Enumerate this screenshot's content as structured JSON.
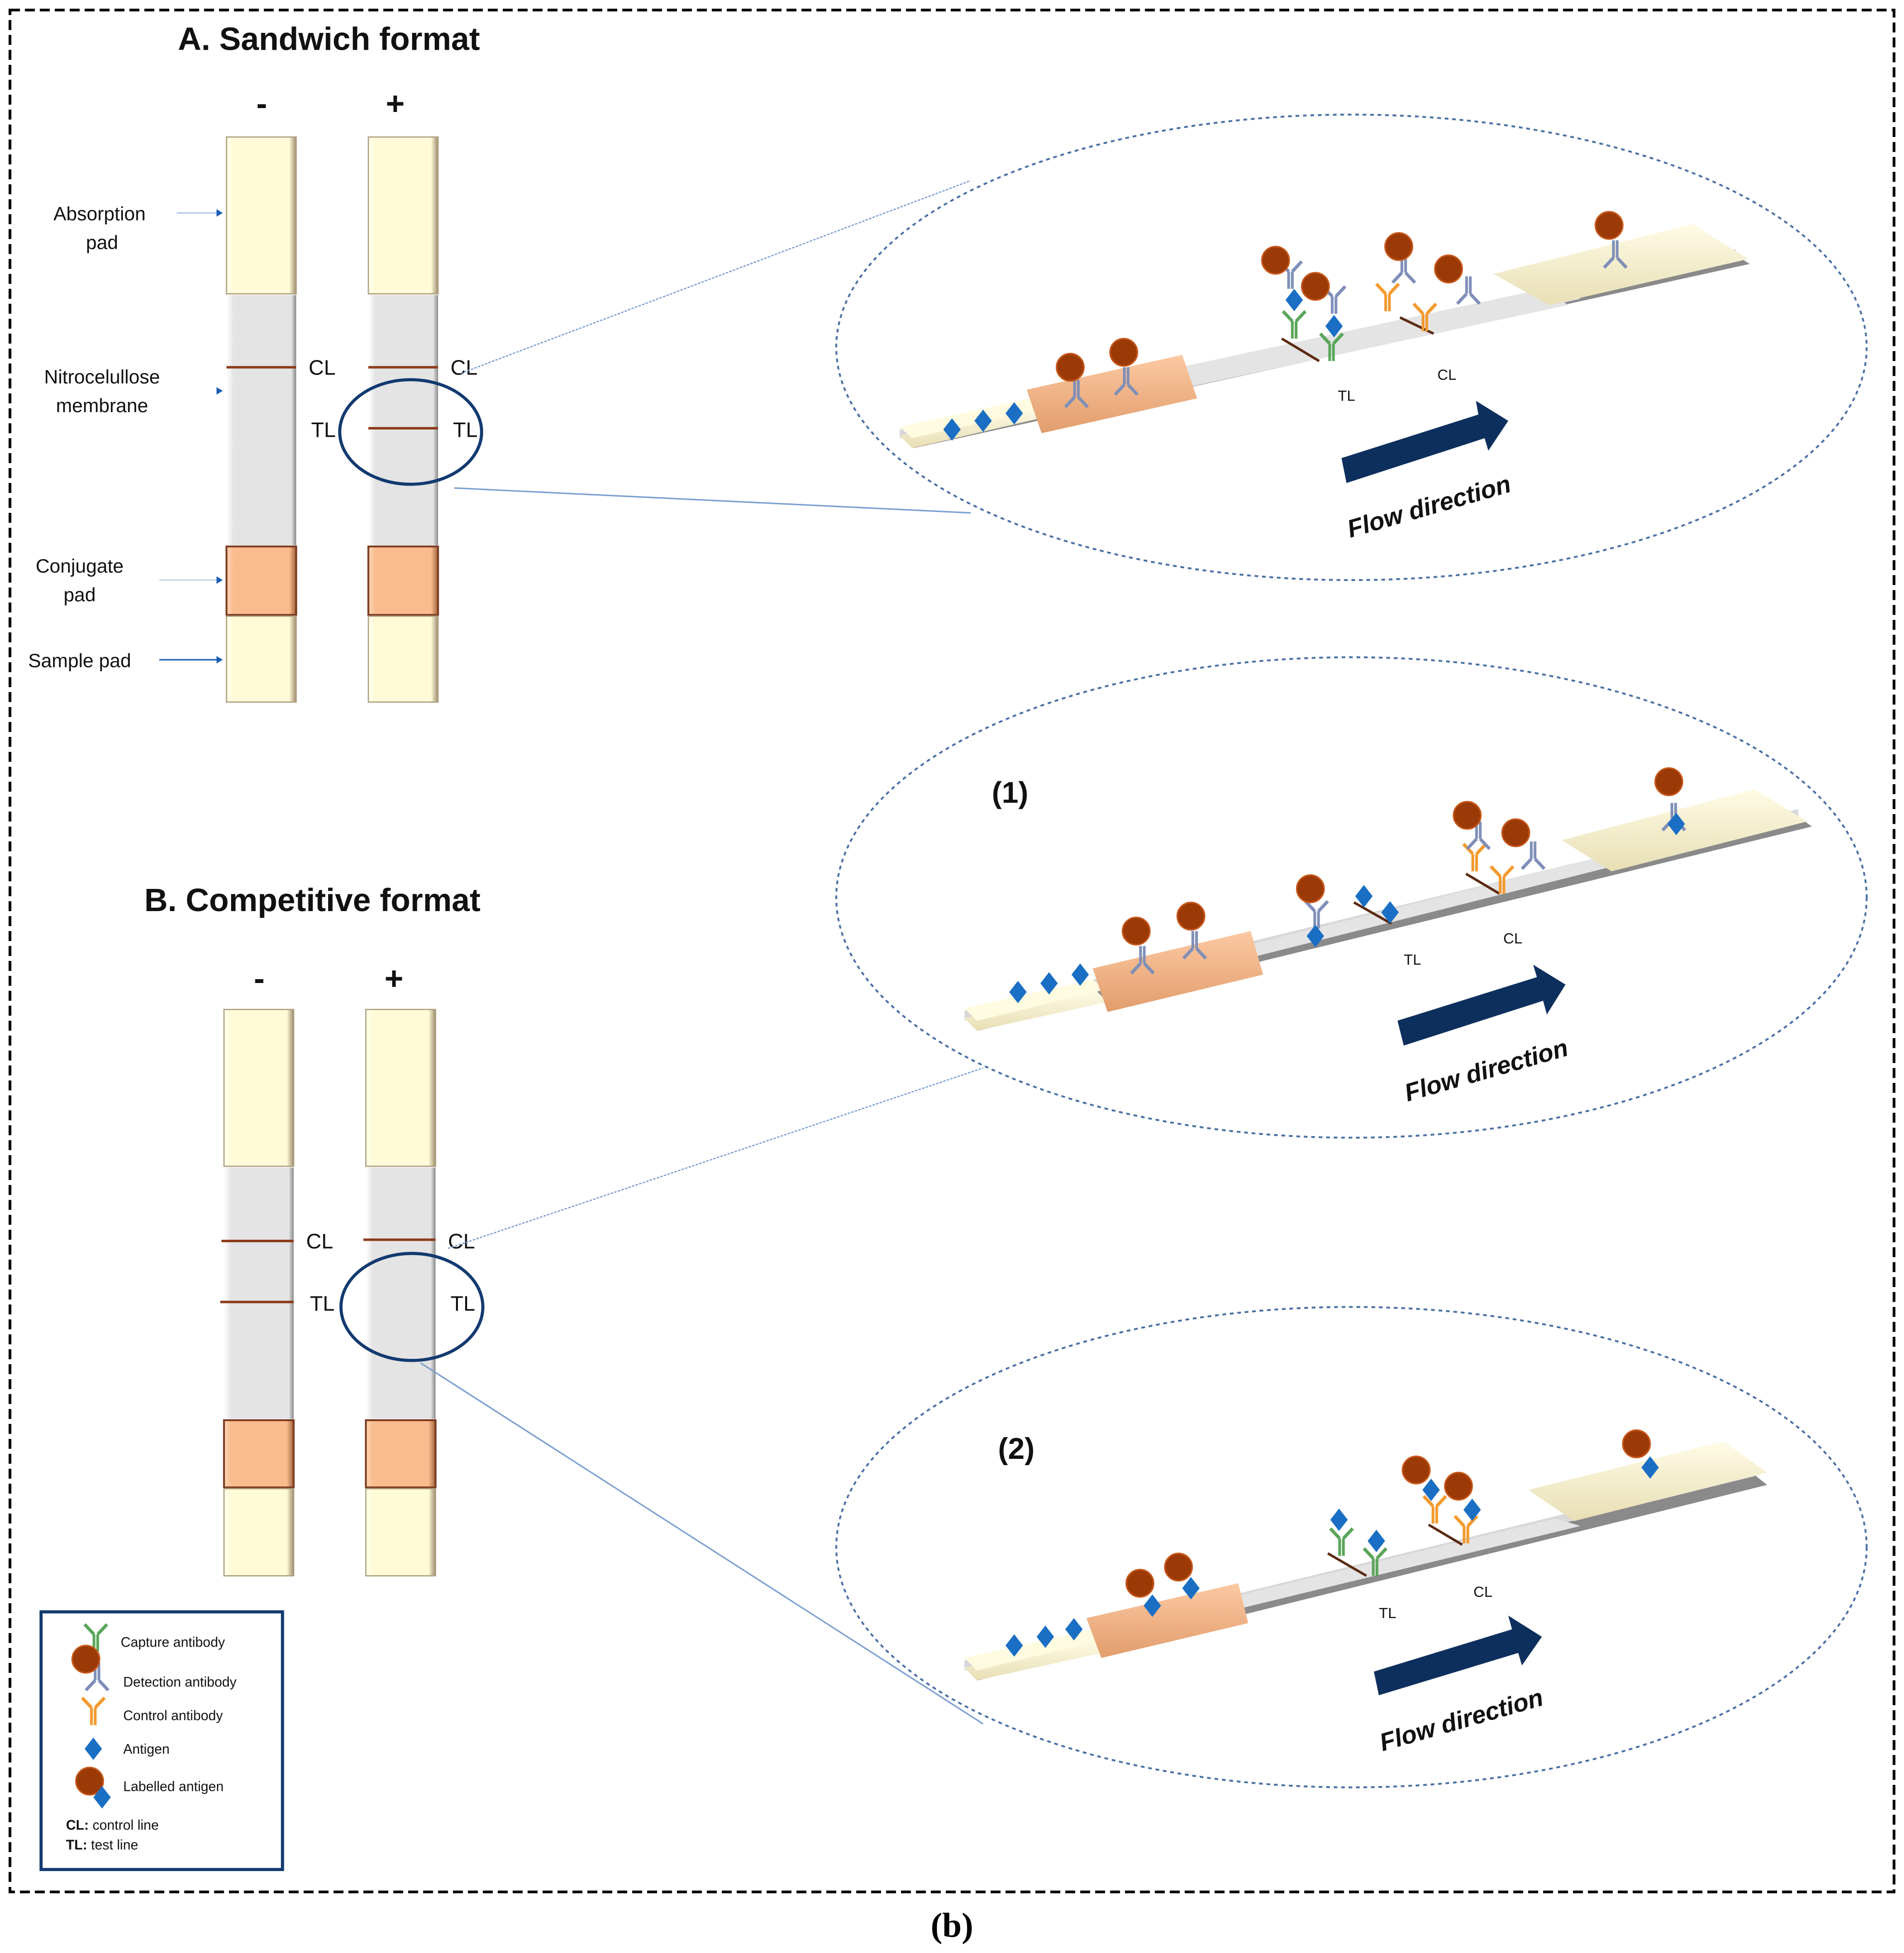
{
  "figure": {
    "caption": "(b)",
    "colors": {
      "absorption_pad": "#fffbd8",
      "membrane": "#e4e4e4",
      "conjugate_pad": "#f9bc8e",
      "sample_pad": "#fffbd8",
      "test_control_line": "#8b3a1a",
      "gold_particle": "#9b3a06",
      "capture_antibody": "#5aa55a",
      "detection_antibody": "#7f8fb8",
      "control_antibody": "#f39a2e",
      "antigen": "#1a6fc4",
      "flow_arrow": "#0d2f5e",
      "zoom_circle": "#123a70"
    }
  },
  "sandwich": {
    "title": "A. Sandwich format",
    "neg_sign": "-",
    "pos_sign": "+",
    "labels": {
      "absorption_l1": "Absorption",
      "absorption_l2": "pad",
      "membrane_l1": "Nitrocelullose",
      "membrane_l2": "membrane",
      "conjugate_l1": "Conjugate",
      "conjugate_l2": "pad",
      "sample": "Sample pad"
    },
    "neg_strip": {
      "cl": "CL",
      "tl": "TL",
      "cl_visible": true,
      "tl_visible": false
    },
    "pos_strip": {
      "cl": "CL",
      "tl": "TL",
      "cl_visible": true,
      "tl_visible": true
    },
    "zoom": {
      "tl": "TL",
      "cl": "CL",
      "flow": "Flow direction"
    }
  },
  "competitive": {
    "title": "B. Competitive format",
    "neg_sign": "-",
    "pos_sign": "+",
    "neg_strip": {
      "cl": "CL",
      "tl": "TL",
      "cl_visible": true,
      "tl_visible": true
    },
    "pos_strip": {
      "cl": "CL",
      "tl": "TL",
      "cl_visible": true,
      "tl_visible": false
    },
    "zoom1": {
      "panel": "(1)",
      "tl": "TL",
      "cl": "CL",
      "flow": "Flow direction"
    },
    "zoom2": {
      "panel": "(2)",
      "tl": "TL",
      "cl": "CL",
      "flow": "Flow direction"
    }
  },
  "legend": {
    "items": [
      {
        "icon": "capture-antibody-icon",
        "label": "Capture antibody"
      },
      {
        "icon": "detection-antibody-icon",
        "label": "Detection antibody"
      },
      {
        "icon": "control-antibody-icon",
        "label": "Control antibody"
      },
      {
        "icon": "antigen-icon",
        "label": "Antigen"
      },
      {
        "icon": "labelled-antigen-icon",
        "label": "Labelled antigen"
      }
    ],
    "cl_abbr": "CL:",
    "cl_text": " control line",
    "tl_abbr": "TL:",
    "tl_text": " test line"
  }
}
